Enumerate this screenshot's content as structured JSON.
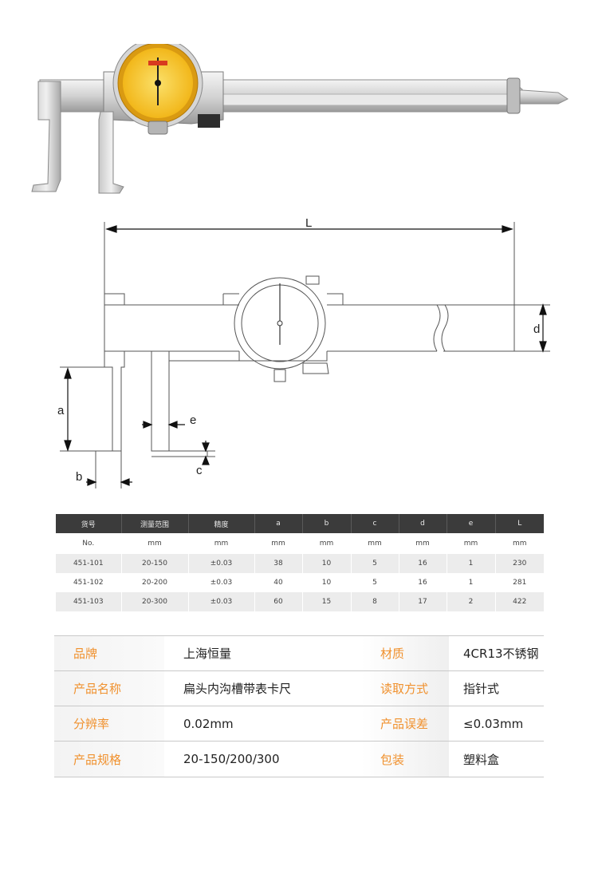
{
  "diagram": {
    "dimension_labels": {
      "L": "L",
      "a": "a",
      "b": "b",
      "c": "c",
      "d": "d",
      "e": "e"
    }
  },
  "spec_table": {
    "headers": [
      "货号",
      "测量范围",
      "精度",
      "a",
      "b",
      "c",
      "d",
      "e",
      "L"
    ],
    "units": [
      "No.",
      "mm",
      "mm",
      "mm",
      "mm",
      "mm",
      "mm",
      "mm",
      "mm"
    ],
    "rows": [
      [
        "451-101",
        "20-150",
        "±0.03",
        "38",
        "10",
        "5",
        "16",
        "1",
        "230"
      ],
      [
        "451-102",
        "20-200",
        "±0.03",
        "40",
        "10",
        "5",
        "16",
        "1",
        "281"
      ],
      [
        "451-103",
        "20-300",
        "±0.03",
        "60",
        "15",
        "8",
        "17",
        "2",
        "422"
      ]
    ]
  },
  "info_table": {
    "rows": [
      {
        "label_left": "品牌",
        "value_left": "上海恒量",
        "label_right": "材质",
        "value_right": "4CR13不锈钢"
      },
      {
        "label_left": "产品名称",
        "value_left": "扁头内沟槽带表卡尺",
        "label_right": "读取方式",
        "value_right": "指针式"
      },
      {
        "label_left": "分辨率",
        "value_left": "0.02mm",
        "label_right": "产品误差",
        "value_right": "≤0.03mm"
      },
      {
        "label_left": "产品规格",
        "value_left": "20-150/200/300",
        "label_right": "包装",
        "value_right": "塑料盒"
      }
    ]
  },
  "colors": {
    "accent_orange": "#f0912e",
    "header_dark": "#3b3b3b",
    "dial_yellow": "#f4c21b"
  }
}
